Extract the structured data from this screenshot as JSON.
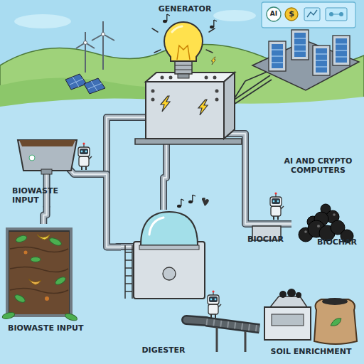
{
  "diagram": {
    "nodes": [
      {
        "text": [
          "GENERATOR"
        ]
      },
      {
        "text": [
          "AI AND CRYPTO COMPUTERS"
        ]
      },
      {
        "text": [
          "BIOWASTE INPUT"
        ]
      },
      {
        "text": [
          "BIOCHAR"
        ]
      },
      {
        "text": [
          "BIOWASTE INPUT"
        ]
      },
      {
        "text": [
          "DIGESTER"
        ]
      },
      {
        "text": [
          "SOIL ENRICHMENT"
        ]
      }
    ],
    "edges": [
      {
        "from": 2,
        "to": 4,
        "arrow": "none"
      },
      {
        "from": 2,
        "to": 5,
        "arrow": "none"
      },
      {
        "from": 5,
        "to": 0,
        "arrow": "none"
      },
      {
        "from": 0,
        "to": 1,
        "arrow": "none"
      },
      {
        "from": 0,
        "to": 3,
        "arrow": "none"
      },
      {
        "from": 5,
        "to": 6,
        "arrow": "none"
      }
    ],
    "labels": [
      "BIOCIAR",
      "AI",
      "$"
    ]
  }
}
